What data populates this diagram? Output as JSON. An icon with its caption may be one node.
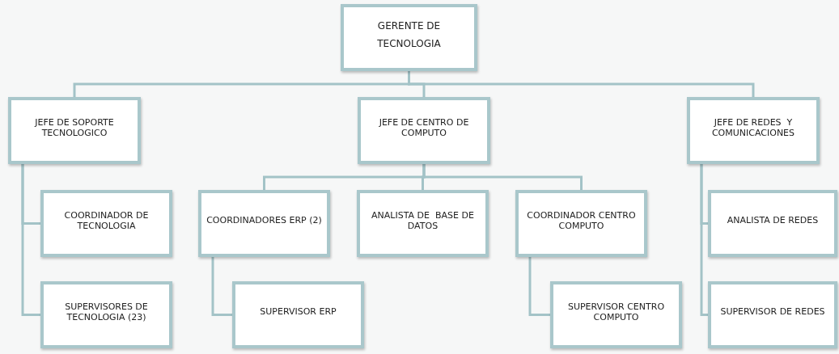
{
  "diagram": {
    "nodes": [
      {
        "text": [
          "GERENTE DE TECNOLOGIA"
        ]
      },
      {
        "text": [
          "JEFE DE SOPORTE TECNOLOGICO"
        ]
      },
      {
        "text": [
          "JEFE DE CENTRO DE COMPUTO"
        ]
      },
      {
        "text": [
          "JEFE DE REDES  Y COMUNICACIONES"
        ]
      },
      {
        "text": [
          "COORDINADOR DE TECNOLOGIA"
        ]
      },
      {
        "text": [
          "SUPERVISORES DE TECNOLOGIA (23)"
        ]
      },
      {
        "text": [
          "COORDINADORES ERP (2)"
        ]
      },
      {
        "text": [
          "ANALISTA DE  BASE DE DATOS"
        ]
      },
      {
        "text": [
          "COORDINADOR CENTRO COMPUTO"
        ]
      },
      {
        "text": [
          "SUPERVISOR ERP"
        ]
      },
      {
        "text": [
          "SUPERVISOR CENTRO COMPUTO"
        ]
      },
      {
        "text": [
          "ANALISTA DE REDES"
        ]
      },
      {
        "text": [
          "SUPERVISOR DE REDES"
        ]
      }
    ],
    "edges": [
      {
        "from": 0,
        "to": 1,
        "arrow": "none"
      },
      {
        "from": 0,
        "to": 2,
        "arrow": "none"
      },
      {
        "from": 0,
        "to": 3,
        "arrow": "none"
      },
      {
        "from": 1,
        "to": 4,
        "arrow": "none"
      },
      {
        "from": 1,
        "to": 5,
        "arrow": "none"
      },
      {
        "from": 2,
        "to": 6,
        "arrow": "none"
      },
      {
        "from": 2,
        "to": 7,
        "arrow": "none"
      },
      {
        "from": 2,
        "to": 8,
        "arrow": "none"
      },
      {
        "from": 6,
        "to": 9,
        "arrow": "none"
      },
      {
        "from": 8,
        "to": 10,
        "arrow": "none"
      },
      {
        "from": 3,
        "to": 11,
        "arrow": "none"
      },
      {
        "from": 3,
        "to": 12,
        "arrow": "none"
      }
    ]
  }
}
